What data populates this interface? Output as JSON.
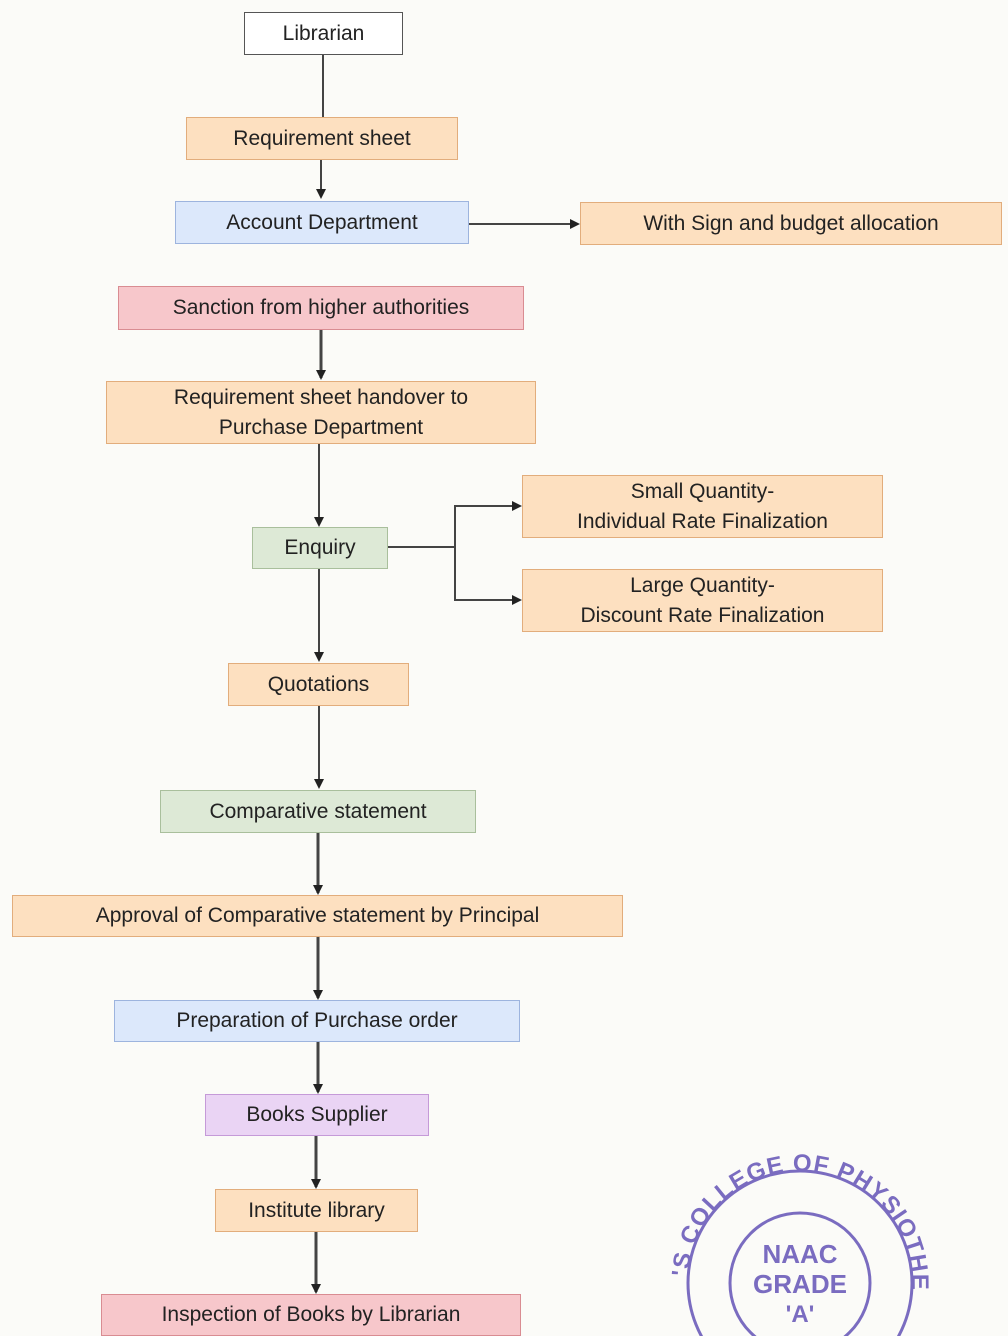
{
  "nodes": {
    "librarian": "Librarian",
    "requirement_sheet": "Requirement sheet",
    "account_department": "Account Department",
    "sign_budget": "With Sign and budget allocation",
    "sanction": "Sanction from higher authorities",
    "handover_line1": "Requirement sheet handover to",
    "handover_line2": "Purchase Department",
    "enquiry": "Enquiry",
    "small_qty_line1": "Small Quantity-",
    "small_qty_line2": "Individual Rate Finalization",
    "large_qty_line1": "Large Quantity-",
    "large_qty_line2": "Discount Rate Finalization",
    "quotations": "Quotations",
    "comparative_statement": "Comparative statement",
    "approval": "Approval of Comparative statement by Principal",
    "purchase_order": "Preparation of Purchase order",
    "books_supplier": "Books Supplier",
    "institute_library": "Institute library",
    "inspection": "Inspection of Books by Librarian"
  },
  "stamp": {
    "ring_text": "DVVPF'S COLLEGE OF PHYSIOTHERAPY",
    "line1": "NAAC",
    "line2": "GRADE",
    "line3": "'A'"
  },
  "colors": {
    "orange": "#fde0c0",
    "blue": "#dce8fb",
    "green": "#dde9d6",
    "red": "#f7c7cb",
    "purple": "#ead4f4",
    "stamp": "#7a6cc0"
  }
}
